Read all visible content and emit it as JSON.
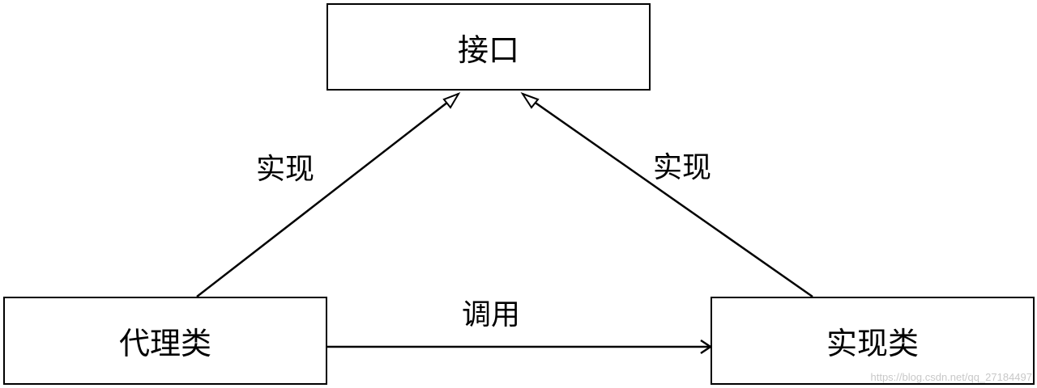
{
  "nodes": {
    "interface": "接口",
    "proxy_class": "代理类",
    "impl_class": "实现类"
  },
  "edges": {
    "proxy_to_interface": "实现",
    "impl_to_interface": "实现",
    "proxy_to_impl": "调用"
  },
  "watermark": "https://blog.csdn.net/qq_27184497"
}
